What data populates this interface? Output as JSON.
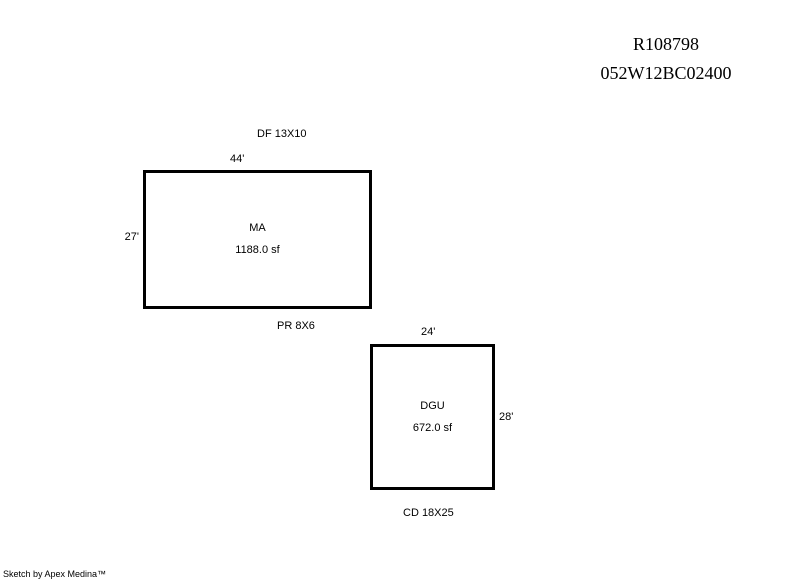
{
  "page": {
    "background": "#ffffff",
    "line_color": "#000000",
    "text_color": "#000000"
  },
  "header": {
    "record_number": "R108798",
    "parcel_number": "052W12BC02400"
  },
  "sketch": {
    "buildings": [
      {
        "code": "MA",
        "area": "1188.0 sf",
        "dim_top": "44'",
        "dim_left": "27'",
        "annotation_above": "DF 13X10",
        "annotation_below": "PR 8X6"
      },
      {
        "code": "DGU",
        "area": "672.0 sf",
        "dim_top": "24'",
        "dim_right": "28'",
        "annotation_below": "CD 18X25"
      }
    ]
  },
  "footer": {
    "credit": "Sketch by Apex Medina™"
  }
}
